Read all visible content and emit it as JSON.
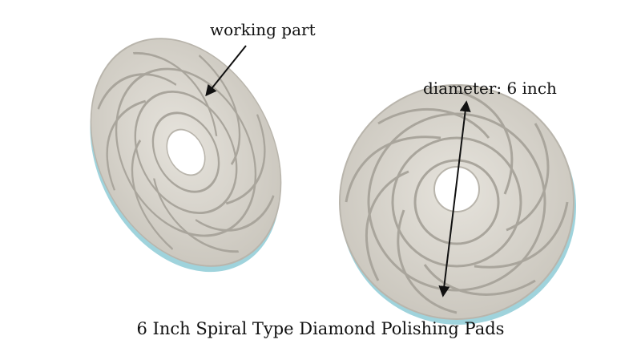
{
  "annotations": {
    "working_part": "working part",
    "diameter": "diameter: 6 inch"
  },
  "caption": "6 Inch Spiral Type Diamond Polishing Pads",
  "colors": {
    "pad_face": "#d7d4cd",
    "pad_groove": "#a9a59c",
    "pad_backing": "#9fd3dc",
    "arrow": "#111111"
  }
}
